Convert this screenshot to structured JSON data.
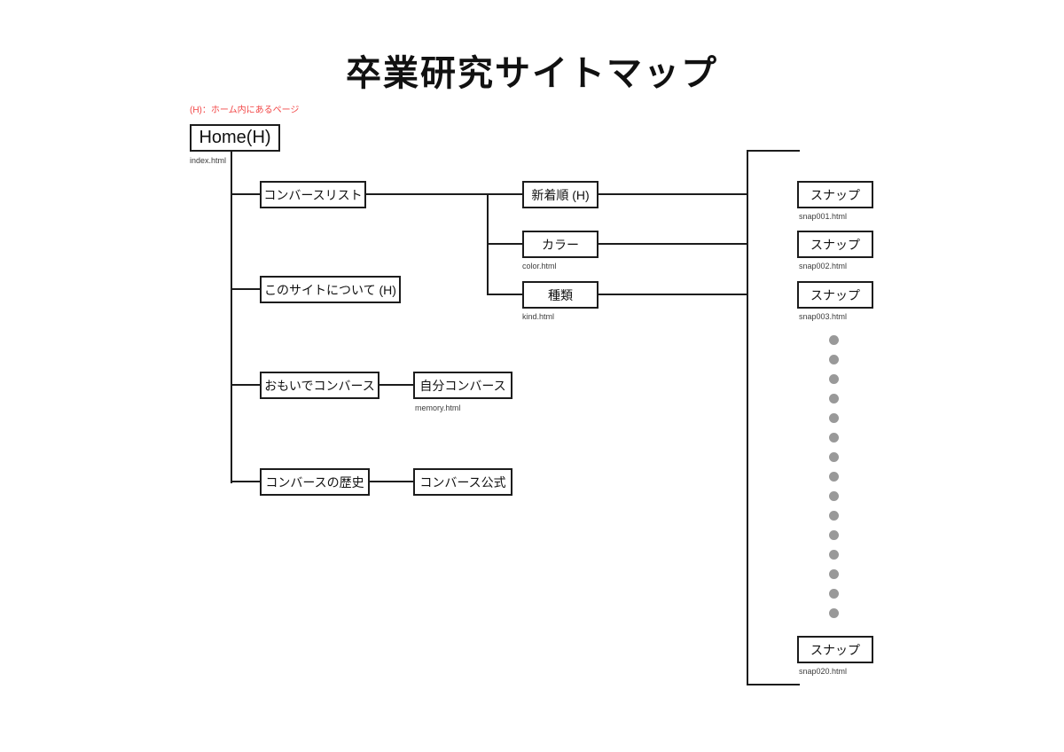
{
  "title": "卒業研究サイトマップ",
  "legend": {
    "note": "(H)：ホーム内にあるページ"
  },
  "colors": {
    "background": "#ffffff",
    "line": "#1c1c1c",
    "note_red": "#f24646",
    "dot_gray": "#999999",
    "caption_gray": "#3d3d3d"
  },
  "nodes": {
    "home": {
      "label": "Home(H)",
      "caption": "index.html"
    },
    "converse_list": {
      "label": "コンバースリスト"
    },
    "about_site": {
      "label": "このサイトについて (H)"
    },
    "memory_converse": {
      "label": "おもいでコンバース"
    },
    "my_converse": {
      "label": "自分コンバース",
      "caption": "memory.html"
    },
    "converse_history": {
      "label": "コンバースの歴史"
    },
    "converse_official": {
      "label": "コンバース公式"
    },
    "new_arrivals": {
      "label": "新着順 (H)"
    },
    "color_page": {
      "label": "カラー",
      "caption": "color.html"
    },
    "kind_page": {
      "label": "種類",
      "caption": "kind.html"
    },
    "snap_001": {
      "label": "スナップ",
      "caption": "snap001.html"
    },
    "snap_002": {
      "label": "スナップ",
      "caption": "snap002.html"
    },
    "snap_003": {
      "label": "スナップ",
      "caption": "snap003.html"
    },
    "snap_020": {
      "label": "スナップ",
      "caption": "snap020.html"
    }
  },
  "ellipsis_dot_count": 15
}
